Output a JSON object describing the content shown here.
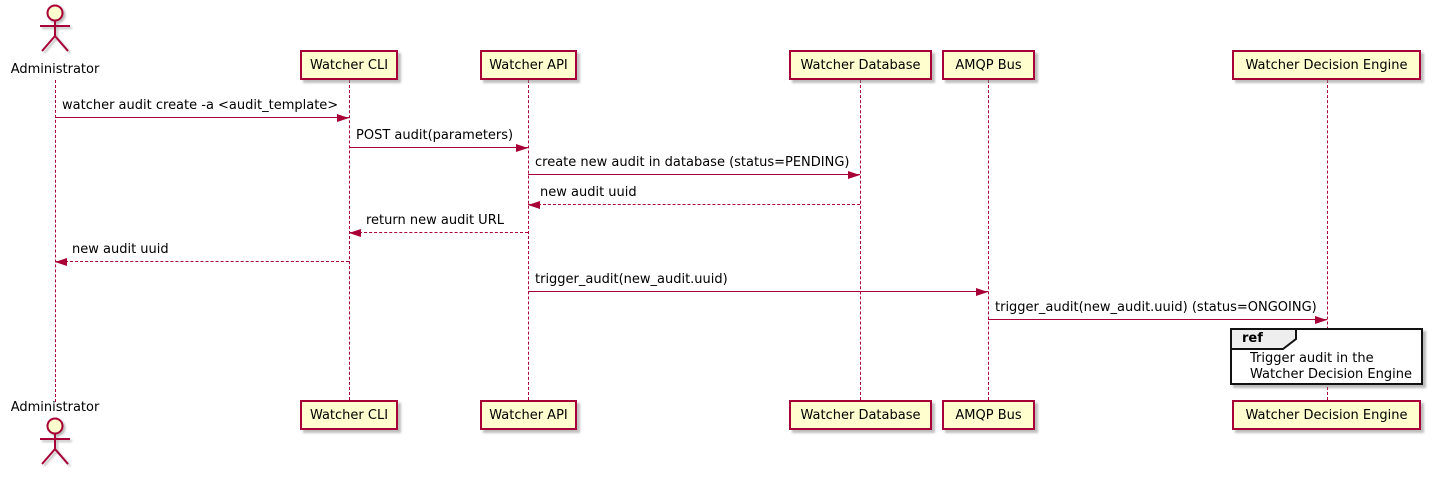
{
  "diagram": {
    "actor": {
      "name": "Administrator"
    },
    "participants": [
      {
        "label": "Watcher CLI"
      },
      {
        "label": "Watcher API"
      },
      {
        "label": "Watcher Database"
      },
      {
        "label": "AMQP Bus"
      },
      {
        "label": "Watcher Decision Engine"
      }
    ],
    "messages": [
      {
        "text": "watcher audit create -a <audit_template>",
        "from": "Administrator",
        "to": "Watcher CLI",
        "style": "solid"
      },
      {
        "text": "POST audit(parameters)",
        "from": "Watcher CLI",
        "to": "Watcher API",
        "style": "solid"
      },
      {
        "text": "create new audit in database (status=PENDING)",
        "from": "Watcher API",
        "to": "Watcher Database",
        "style": "solid"
      },
      {
        "text": "new audit uuid",
        "from": "Watcher Database",
        "to": "Watcher API",
        "style": "dashed"
      },
      {
        "text": "return new audit URL",
        "from": "Watcher API",
        "to": "Watcher CLI",
        "style": "dashed"
      },
      {
        "text": "new audit uuid",
        "from": "Watcher CLI",
        "to": "Administrator",
        "style": "dashed"
      },
      {
        "text": "trigger_audit(new_audit.uuid)",
        "from": "Watcher API",
        "to": "AMQP Bus",
        "style": "solid"
      },
      {
        "text": "trigger_audit(new_audit.uuid) (status=ONGOING)",
        "from": "AMQP Bus",
        "to": "Watcher Decision Engine",
        "style": "solid"
      }
    ],
    "ref": {
      "tab_label": "ref",
      "lines": [
        "Trigger audit in the",
        "Watcher Decision Engine"
      ]
    },
    "colors": {
      "participant_fill": "#FEFECE",
      "line_and_border": "#A80036",
      "text": "#000000",
      "ref_tab_fill": "#EEEEEE",
      "ref_border": "#121212",
      "background": "#FFFFFF"
    }
  }
}
